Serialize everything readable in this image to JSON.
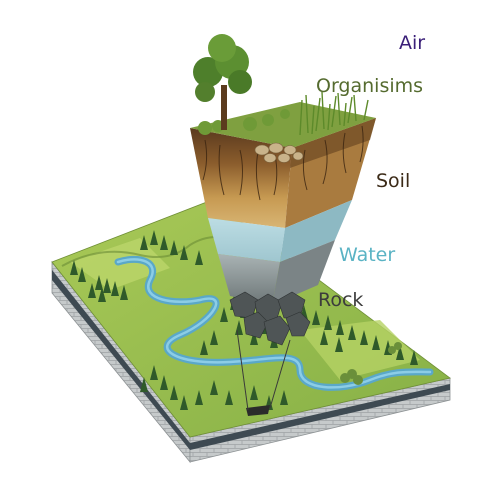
{
  "labels": {
    "air": "Air",
    "organisms": "Organisims",
    "soil": "Soil",
    "water": "Water",
    "rock": "Rock"
  },
  "colors": {
    "air": "#3a1f78",
    "organisms": "#556b2f",
    "soil": "#3b2a17",
    "water": "#5ab3c4",
    "rock": "#3c3c3c"
  }
}
